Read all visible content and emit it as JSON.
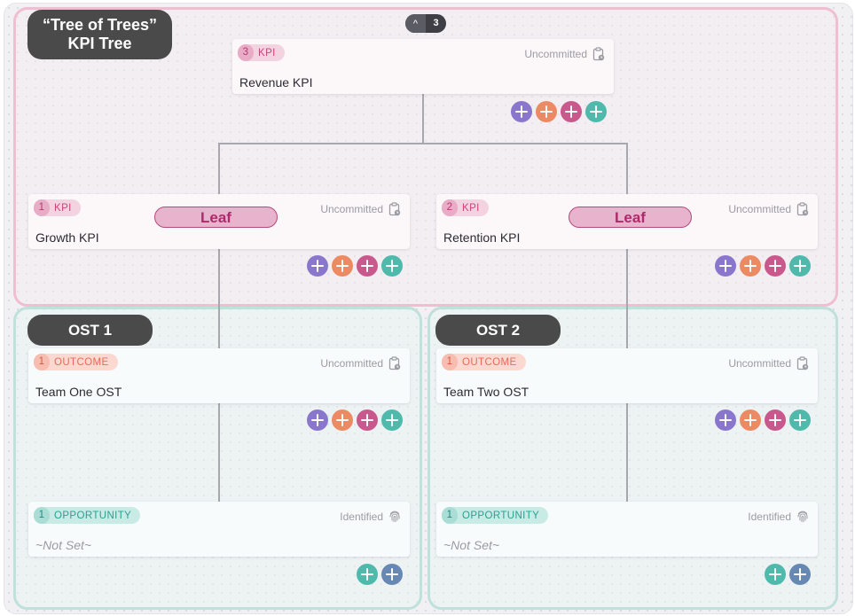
{
  "kpi_tree": {
    "title_line1": "“Tree of Trees”",
    "title_line2": "KPI Tree",
    "collapse": {
      "chevron": "^",
      "count": "3"
    }
  },
  "nodes": {
    "revenue": {
      "badge_num": "3",
      "badge_type": "KPI",
      "status": "Uncommitted",
      "status_icon": "clipboard-clock-icon",
      "title": "Revenue KPI"
    },
    "growth": {
      "badge_num": "1",
      "badge_type": "KPI",
      "status": "Uncommitted",
      "status_icon": "clipboard-clock-icon",
      "title": "Growth KPI",
      "leaf_label": "Leaf"
    },
    "retention": {
      "badge_num": "2",
      "badge_type": "KPI",
      "status": "Uncommitted",
      "status_icon": "clipboard-clock-icon",
      "title": "Retention KPI",
      "leaf_label": "Leaf"
    },
    "outcome1": {
      "badge_num": "1",
      "badge_type": "OUTCOME",
      "status": "Uncommitted",
      "status_icon": "clipboard-clock-icon",
      "title": "Team One OST"
    },
    "outcome2": {
      "badge_num": "1",
      "badge_type": "OUTCOME",
      "status": "Uncommitted",
      "status_icon": "clipboard-clock-icon",
      "title": "Team Two OST"
    },
    "opp1": {
      "badge_num": "1",
      "badge_type": "OPPORTUNITY",
      "status": "Identified",
      "status_icon": "fingerprint-icon",
      "title": "~Not Set~"
    },
    "opp2": {
      "badge_num": "1",
      "badge_type": "OPPORTUNITY",
      "status": "Identified",
      "status_icon": "fingerprint-icon",
      "title": "~Not Set~"
    }
  },
  "ost1": {
    "title": "OST 1"
  },
  "ost2": {
    "title": "OST 2"
  },
  "add_buttons": {
    "four_colors": [
      "#8a76cc",
      "#ec8a63",
      "#c9588d",
      "#4fb9ac"
    ],
    "four_icons": [
      "add-purple-icon",
      "add-orange-icon",
      "add-pink-icon",
      "add-teal-icon"
    ],
    "two_colors": [
      "#4fb9ac",
      "#6688b3"
    ],
    "two_icons": [
      "add-teal-icon",
      "add-blue-icon"
    ]
  },
  "colors": {
    "kpi_region_border": "#efbfd0",
    "ost_region_border": "#bfe1da",
    "label_bg": "#4a4a4a",
    "connector": "#a7a8ae"
  }
}
